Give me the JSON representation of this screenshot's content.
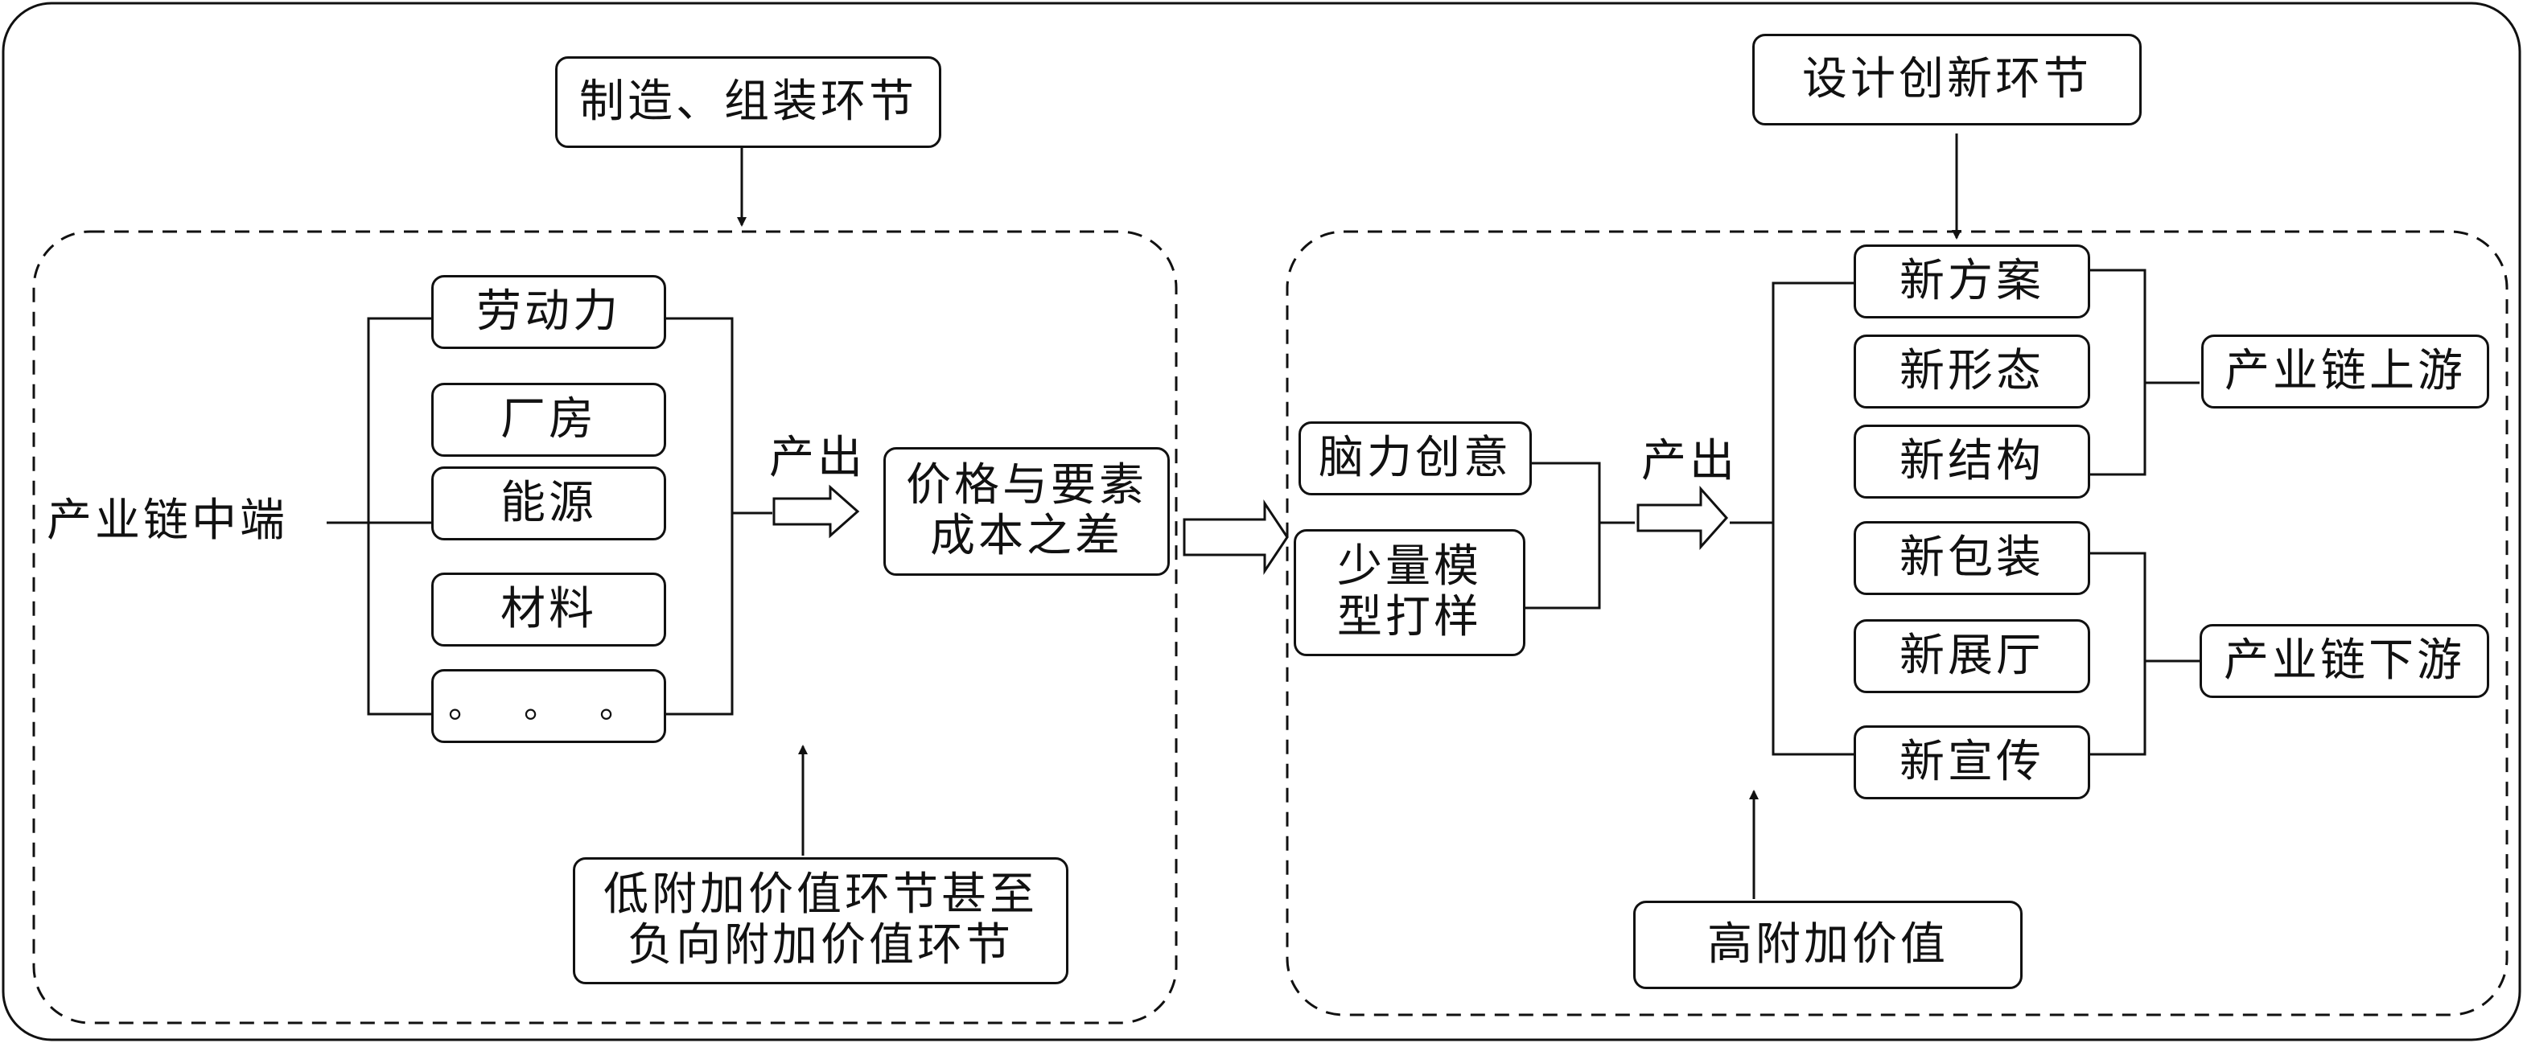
{
  "left_section": {
    "top_label": "制造、组装环节",
    "source_label": "产业链中端",
    "factors": [
      "劳动力",
      "厂房",
      "能源",
      "材料",
      "。 。 。"
    ],
    "output_label": "产出",
    "result": "价格与要素\n成本之差",
    "bottom_label": "低附加价值环节甚至\n负向附加价值环节"
  },
  "right_section": {
    "top_label": "设计创新环节",
    "inputs": [
      "脑力创意",
      "少量模\n型打样"
    ],
    "output_label": "产出",
    "outputs": [
      "新方案",
      "新形态",
      "新结构",
      "新包装",
      "新展厅",
      "新宣传"
    ],
    "upstream_label": "产业链上游",
    "downstream_label": "产业链下游",
    "bottom_label": "高附加价值"
  },
  "colors": {
    "stroke": "#111111",
    "background": "#ffffff"
  }
}
